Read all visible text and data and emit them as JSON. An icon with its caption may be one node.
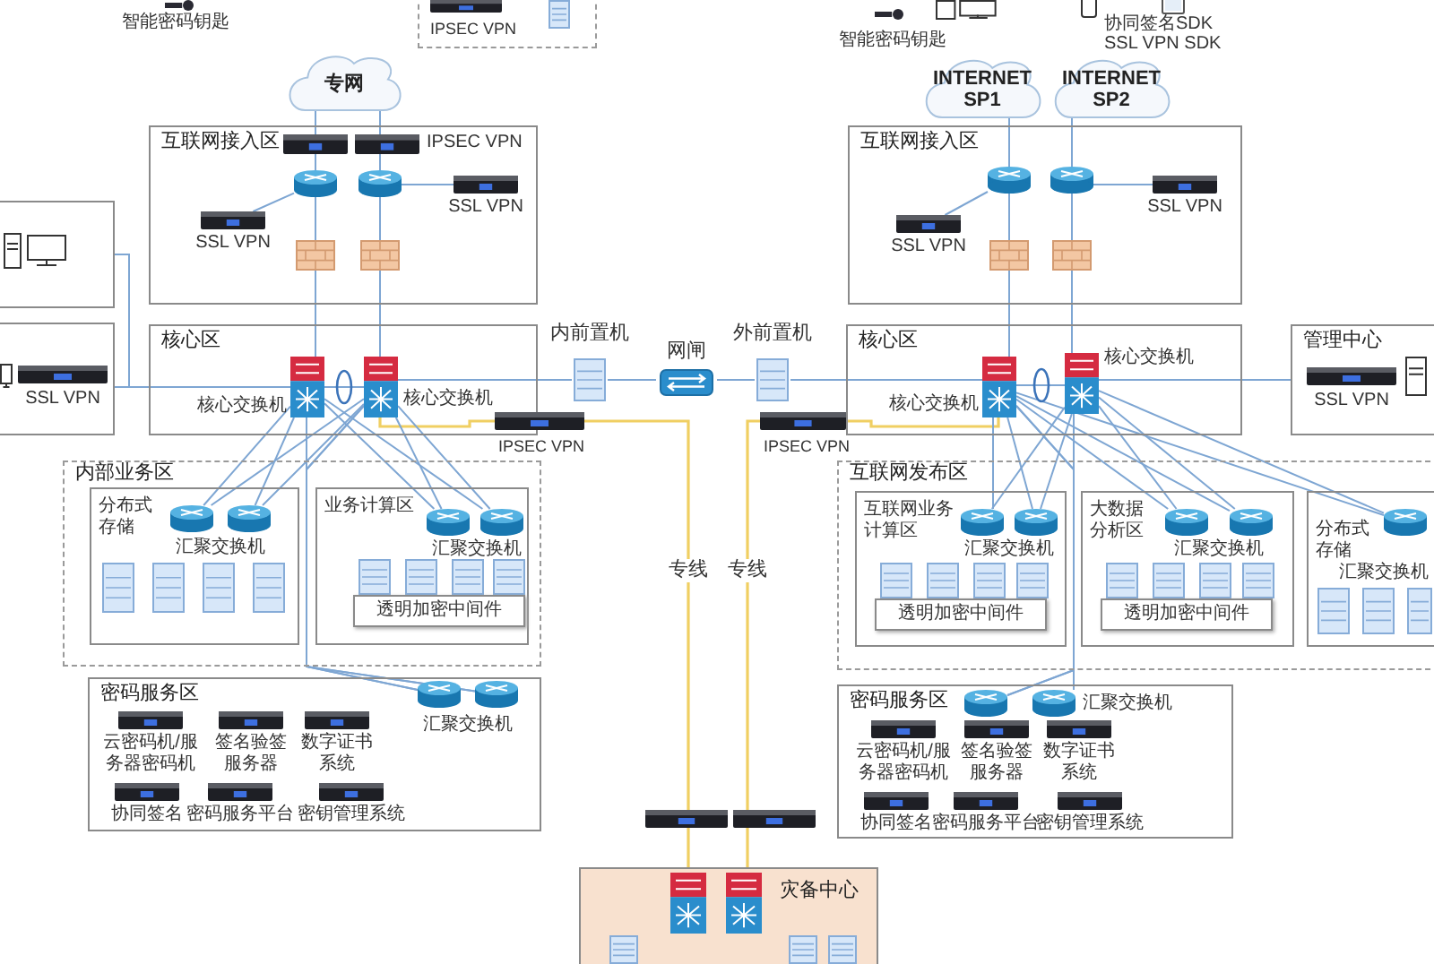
{
  "diagram": {
    "nodes": [
      {
        "text": [
          "专网"
        ]
      },
      {
        "text": [
          "INTERNET SP1"
        ]
      },
      {
        "text": [
          "INTERNET SP2"
        ]
      },
      {
        "text": [
          "互联网接入区"
        ]
      },
      {
        "text": [],
        "shape": "picture",
        "in": 3
      },
      {
        "text": [],
        "shape": "picture",
        "in": 3,
        "beside": [
          "IPSEC VPN"
        ]
      },
      {
        "text": [],
        "shape": "cylinder",
        "in": 3
      },
      {
        "text": [],
        "shape": "cylinder",
        "in": 3
      },
      {
        "text": [],
        "shape": "picture",
        "in": 3,
        "beside": [
          "SSL VPN"
        ]
      },
      {
        "text": [],
        "shape": "picture",
        "in": 3,
        "beside": [
          "SSL VPN"
        ]
      },
      {
        "text": [],
        "shape": "box",
        "in": 3
      },
      {
        "text": [],
        "shape": "box",
        "in": 3
      },
      {
        "text": [
          "核心区"
        ]
      },
      {
        "text": [],
        "shape": "picture",
        "in": 12,
        "beside": [
          "核心交换机"
        ]
      },
      {
        "text": [],
        "shape": "picture",
        "in": 12,
        "beside": [
          "核心交换机"
        ]
      },
      {
        "text": [],
        "shape": "picture",
        "beside": [
          "IPSEC VPN"
        ]
      },
      {
        "text": [],
        "shape": "box"
      },
      {
        "text": [],
        "shape": "box"
      },
      {
        "text": [],
        "shape": "picture",
        "in": 17,
        "beside": [
          "SSL VPN"
        ]
      },
      {
        "text": [
          "内前置机"
        ]
      },
      {
        "text": [
          "网闸"
        ]
      },
      {
        "text": [
          "外前置机"
        ]
      },
      {
        "text": [
          "互联网接入区"
        ]
      },
      {
        "text": [],
        "shape": "cylinder",
        "in": 22
      },
      {
        "text": [],
        "shape": "cylinder",
        "in": 22
      },
      {
        "text": [],
        "shape": "picture",
        "in": 22,
        "beside": [
          "SSL VPN"
        ]
      },
      {
        "text": [],
        "shape": "picture",
        "in": 22,
        "beside": [
          "SSL VPN"
        ]
      },
      {
        "text": [],
        "shape": "box",
        "in": 22
      },
      {
        "text": [],
        "shape": "box",
        "in": 22
      },
      {
        "text": [
          "核心区"
        ]
      },
      {
        "text": [],
        "shape": "picture",
        "in": 29,
        "beside": [
          "核心交换机"
        ]
      },
      {
        "text": [],
        "shape": "picture",
        "in": 29,
        "beside": [
          "核心交换机"
        ]
      },
      {
        "text": [],
        "shape": "picture",
        "beside": [
          "IPSEC VPN"
        ]
      },
      {
        "text": [
          "管理中心"
        ]
      },
      {
        "text": [],
        "shape": "picture",
        "in": 33,
        "beside": [
          "SSL VPN"
        ]
      },
      {
        "text": [
          "内部业务区"
        ]
      },
      {
        "text": [
          "分布式存储"
        ],
        "in": 35
      },
      {
        "text": [],
        "shape": "cylinder",
        "in": 36,
        "beside": [
          "汇聚交换机"
        ]
      },
      {
        "text": [],
        "shape": "cylinder",
        "in": 36
      },
      {
        "text": [
          "业务计算区"
        ],
        "in": 35
      },
      {
        "text": [],
        "shape": "cylinder",
        "in": 39,
        "beside": [
          "汇聚交换机"
        ]
      },
      {
        "text": [],
        "shape": "cylinder",
        "in": 39
      },
      {
        "text": [
          "透明加密中间件"
        ],
        "in": 39
      },
      {
        "text": [
          "密码服务区"
        ]
      },
      {
        "text": [],
        "shape": "cylinder",
        "in": 43,
        "beside": [
          "汇聚交换机"
        ]
      },
      {
        "text": [],
        "shape": "cylinder",
        "in": 43
      },
      {
        "text": [],
        "shape": "picture",
        "in": 43,
        "beside": [
          "云密码机/服务器密码机"
        ]
      },
      {
        "text": [],
        "shape": "picture",
        "in": 43,
        "beside": [
          "签名验签服务器"
        ]
      },
      {
        "text": [],
        "shape": "picture",
        "in": 43,
        "beside": [
          "数字证书系统"
        ]
      },
      {
        "text": [],
        "shape": "picture",
        "in": 43,
        "beside": [
          "协同签名"
        ]
      },
      {
        "text": [],
        "shape": "picture",
        "in": 43,
        "beside": [
          "密码服务平台"
        ]
      },
      {
        "text": [],
        "shape": "picture",
        "in": 43,
        "beside": [
          "密钥管理系统"
        ]
      },
      {
        "text": [
          "互联网发布区"
        ]
      },
      {
        "text": [
          "互联网业务计算区"
        ],
        "in": 52
      },
      {
        "text": [],
        "shape": "cylinder",
        "in": 53,
        "beside": [
          "汇聚交换机"
        ]
      },
      {
        "text": [],
        "shape": "cylinder",
        "in": 53
      },
      {
        "text": [
          "透明加密中间件"
        ],
        "in": 53
      },
      {
        "text": [
          "大数据分析区"
        ],
        "in": 52
      },
      {
        "text": [],
        "shape": "cylinder",
        "in": 57,
        "beside": [
          "汇聚交换机"
        ]
      },
      {
        "text": [],
        "shape": "cylinder",
        "in": 57
      },
      {
        "text": [
          "透明加密中间件"
        ],
        "in": 57
      },
      {
        "text": [
          "分布式存储"
        ],
        "in": 52
      },
      {
        "text": [],
        "shape": "cylinder",
        "in": 61,
        "beside": [
          "汇聚交换机"
        ]
      },
      {
        "text": [
          "密码服务区"
        ]
      },
      {
        "text": [],
        "shape": "cylinder",
        "in": 63
      },
      {
        "text": [],
        "shape": "cylinder",
        "in": 63,
        "beside": [
          "汇聚交换机"
        ]
      },
      {
        "text": [],
        "shape": "picture",
        "in": 63,
        "beside": [
          "云密码机/服务器密码机"
        ]
      },
      {
        "text": [],
        "shape": "picture",
        "in": 63,
        "beside": [
          "签名验签服务器"
        ]
      },
      {
        "text": [],
        "shape": "picture",
        "in": 63,
        "beside": [
          "数字证书系统"
        ]
      },
      {
        "text": [],
        "shape": "picture",
        "in": 63,
        "beside": [
          "协同签名"
        ]
      },
      {
        "text": [],
        "shape": "picture",
        "in": 63,
        "beside": [
          "密码服务平台"
        ]
      },
      {
        "text": [],
        "shape": "picture",
        "in": 63,
        "beside": [
          "密钥管理系统"
        ]
      },
      {
        "text": [],
        "shape": "picture"
      },
      {
        "text": [],
        "shape": "picture"
      },
      {
        "text": [
          "灾备中心"
        ]
      },
      {
        "text": [],
        "shape": "picture",
        "in": 74
      },
      {
        "text": [],
        "shape": "picture",
        "in": 74
      },
      {
        "text": [
          "IPSEC VPN"
        ]
      }
    ],
    "edges": [
      {
        "from": 0,
        "to": 4,
        "arrow": "none"
      },
      {
        "from": 0,
        "to": 5,
        "arrow": "none"
      },
      {
        "from": 4,
        "to": 6,
        "arrow": "none"
      },
      {
        "from": 5,
        "to": 7,
        "arrow": "none"
      },
      {
        "from": 8,
        "to": 6,
        "arrow": "none"
      },
      {
        "from": 7,
        "to": 9,
        "arrow": "none"
      },
      {
        "from": 6,
        "to": 10,
        "arrow": "none"
      },
      {
        "from": 7,
        "to": 11,
        "arrow": "none"
      },
      {
        "from": 10,
        "to": 13,
        "arrow": "none"
      },
      {
        "from": 11,
        "to": 14,
        "arrow": "none"
      },
      {
        "from": 13,
        "to": 14,
        "arrow": "none"
      },
      {
        "from": 16,
        "to": 13,
        "arrow": "none"
      },
      {
        "from": 17,
        "to": 13,
        "arrow": "none"
      },
      {
        "from": 14,
        "to": 19,
        "arrow": "none"
      },
      {
        "from": 19,
        "to": 20,
        "arrow": "none"
      },
      {
        "from": 20,
        "to": 21,
        "arrow": "none"
      },
      {
        "from": 21,
        "to": 30,
        "arrow": "none"
      },
      {
        "from": 14,
        "to": 15,
        "arrow": "none",
        "color": "#f0cf62"
      },
      {
        "from": 15,
        "to": 72,
        "arrow": "none",
        "label": "专线",
        "color": "#f0cf62"
      },
      {
        "from": 72,
        "to": 75,
        "arrow": "none",
        "color": "#f0cf62"
      },
      {
        "from": 1,
        "to": 23,
        "arrow": "none"
      },
      {
        "from": 2,
        "to": 24,
        "arrow": "none"
      },
      {
        "from": 25,
        "to": 23,
        "arrow": "none"
      },
      {
        "from": 24,
        "to": 26,
        "arrow": "none"
      },
      {
        "from": 23,
        "to": 27,
        "arrow": "none"
      },
      {
        "from": 24,
        "to": 28,
        "arrow": "none"
      },
      {
        "from": 27,
        "to": 30,
        "arrow": "none"
      },
      {
        "from": 28,
        "to": 31,
        "arrow": "none"
      },
      {
        "from": 30,
        "to": 31,
        "arrow": "none"
      },
      {
        "from": 31,
        "to": 33,
        "arrow": "none"
      },
      {
        "from": 30,
        "to": 32,
        "arrow": "none",
        "color": "#f0cf62"
      },
      {
        "from": 32,
        "to": 73,
        "arrow": "none",
        "label": "专线",
        "color": "#f0cf62"
      },
      {
        "from": 73,
        "to": 76,
        "arrow": "none",
        "color": "#f0cf62"
      },
      {
        "from": 13,
        "to": 37,
        "arrow": "none"
      },
      {
        "from": 13,
        "to": 38,
        "arrow": "none"
      },
      {
        "from": 13,
        "to": 40,
        "arrow": "none"
      },
      {
        "from": 13,
        "to": 41,
        "arrow": "none"
      },
      {
        "from": 13,
        "to": 44,
        "arrow": "none"
      },
      {
        "from": 13,
        "to": 45,
        "arrow": "none"
      },
      {
        "from": 14,
        "to": 37,
        "arrow": "none"
      },
      {
        "from": 14,
        "to": 38,
        "arrow": "none"
      },
      {
        "from": 14,
        "to": 40,
        "arrow": "none"
      },
      {
        "from": 14,
        "to": 41,
        "arrow": "none"
      },
      {
        "from": 14,
        "to": 44,
        "arrow": "none"
      },
      {
        "from": 14,
        "to": 45,
        "arrow": "none"
      },
      {
        "from": 30,
        "to": 54,
        "arrow": "none"
      },
      {
        "from": 30,
        "to": 55,
        "arrow": "none"
      },
      {
        "from": 30,
        "to": 58,
        "arrow": "none"
      },
      {
        "from": 30,
        "to": 59,
        "arrow": "none"
      },
      {
        "from": 30,
        "to": 62,
        "arrow": "none"
      },
      {
        "from": 30,
        "to": 64,
        "arrow": "none"
      },
      {
        "from": 30,
        "to": 65,
        "arrow": "none"
      },
      {
        "from": 31,
        "to": 54,
        "arrow": "none"
      },
      {
        "from": 31,
        "to": 55,
        "arrow": "none"
      },
      {
        "from": 31,
        "to": 58,
        "arrow": "none"
      },
      {
        "from": 31,
        "to": 59,
        "arrow": "none"
      },
      {
        "from": 31,
        "to": 62,
        "arrow": "none"
      },
      {
        "from": 31,
        "to": 64,
        "arrow": "none"
      },
      {
        "from": 31,
        "to": 65,
        "arrow": "none"
      }
    ],
    "labels": [
      "智能密码钥匙",
      "智能密码钥匙",
      "协同签名SDK",
      "SSL VPN SDK"
    ]
  }
}
